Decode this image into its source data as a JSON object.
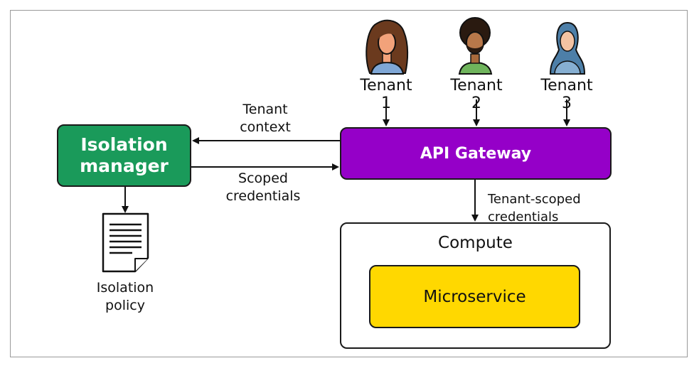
{
  "tenants": [
    {
      "label": "Tenant 1",
      "icon": "woman-long-hair-avatar-icon"
    },
    {
      "label": "Tenant 2",
      "icon": "man-curly-hair-beard-avatar-icon"
    },
    {
      "label": "Tenant 3",
      "icon": "woman-hijab-avatar-icon"
    }
  ],
  "nodes": {
    "isolation_manager": {
      "line1": "Isolation",
      "line2": "manager",
      "color": "#1a9a5a"
    },
    "api_gateway": {
      "label": "API Gateway",
      "color": "#9500c8"
    },
    "compute": {
      "label": "Compute"
    },
    "microservice": {
      "label": "Microservice",
      "color": "#ffd800"
    },
    "isolation_policy": {
      "line1": "Isolation",
      "line2": "policy",
      "icon": "document-icon"
    }
  },
  "edges": {
    "tenant_context": {
      "line1": "Tenant",
      "line2": "context"
    },
    "scoped_credentials": {
      "line1": "Scoped",
      "line2": "credentials"
    },
    "tenant_scoped_credentials": {
      "label": "Tenant-scoped credentials"
    }
  }
}
